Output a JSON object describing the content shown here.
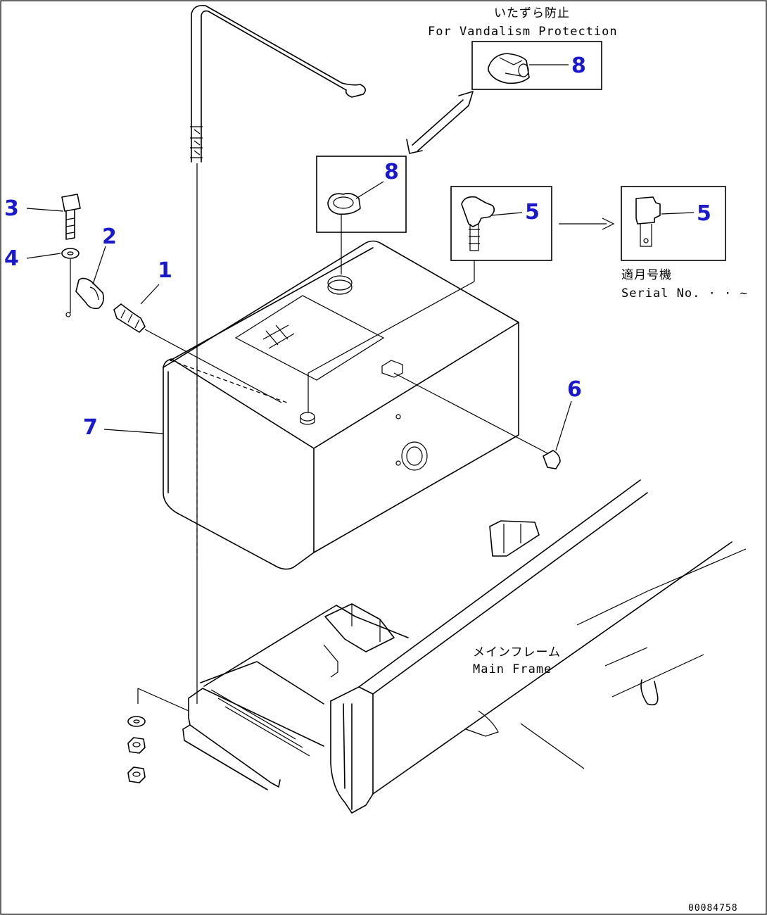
{
  "callouts": {
    "c1": "1",
    "c2": "2",
    "c3": "3",
    "c4": "4",
    "c5a": "5",
    "c5b": "5",
    "c6": "6",
    "c7": "7",
    "c8a": "8",
    "c8b": "8"
  },
  "labels": {
    "vandalism_jp": "いたずら防止",
    "vandalism_en": "For Vandalism Protection",
    "serial_jp": "適月号機",
    "serial_en": "Serial No.  ·  ·  ~",
    "frame_jp": "メインフレーム",
    "frame_en": "Main Frame",
    "drawing_no": "00084758"
  }
}
